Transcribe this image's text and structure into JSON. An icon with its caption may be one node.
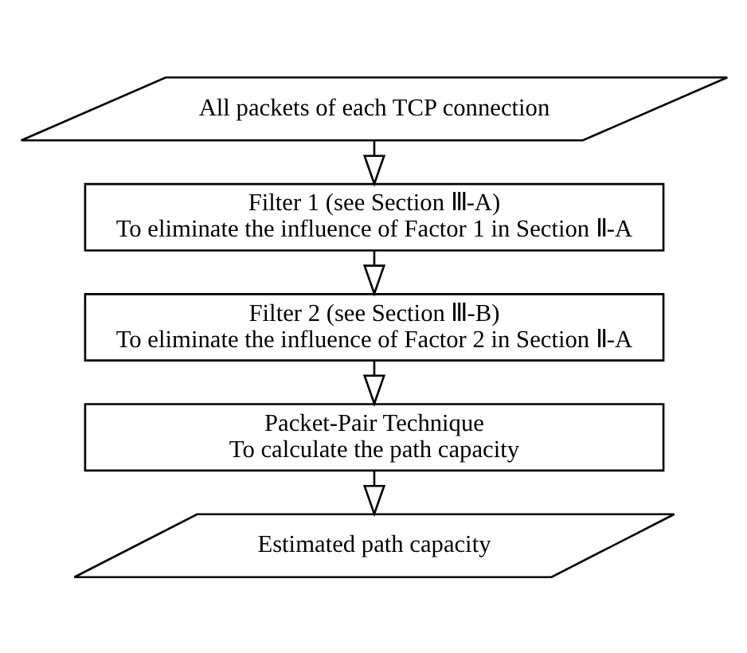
{
  "diagram": {
    "nodes": [
      {
        "text": [
          "All packets of each TCP connection"
        ]
      },
      {
        "text": [
          "Filter 1 (see Section Ⅲ-A)",
          "To eliminate the influence of Factor 1 in Section Ⅱ-A"
        ]
      },
      {
        "text": [
          "Filter 2 (see Section Ⅲ-B)",
          "To eliminate the influence of Factor 2 in Section Ⅱ-A"
        ]
      },
      {
        "text": [
          "Packet-Pair Technique",
          "To calculate the path capacity"
        ]
      },
      {
        "text": [
          "Estimated path capacity"
        ]
      }
    ],
    "edges": [
      {
        "from": 0,
        "to": 1,
        "arrow": "to"
      },
      {
        "from": 1,
        "to": 2,
        "arrow": "to"
      },
      {
        "from": 2,
        "to": 3,
        "arrow": "to"
      },
      {
        "from": 3,
        "to": 4,
        "arrow": "to"
      }
    ]
  }
}
